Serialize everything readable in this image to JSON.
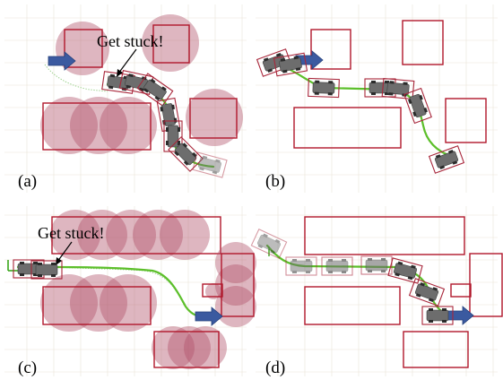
{
  "figure": {
    "panels": [
      {
        "id": "a",
        "label": "(a)",
        "callout": "Get stuck!"
      },
      {
        "id": "b",
        "label": "(b)",
        "callout": ""
      },
      {
        "id": "c",
        "label": "(c)",
        "callout": "Get stuck!"
      },
      {
        "id": "d",
        "label": "(d)",
        "callout": ""
      }
    ]
  },
  "colors": {
    "obstacle_circle": "#b0506a",
    "obstacle_rect": "#b0172b",
    "path": "#5cbf2a",
    "goal_arrow": "#3b5aa0",
    "grid": "#e9e4d8"
  },
  "icons": {
    "vehicle": "car-top-view-icon",
    "goal": "arrow-right-icon"
  }
}
